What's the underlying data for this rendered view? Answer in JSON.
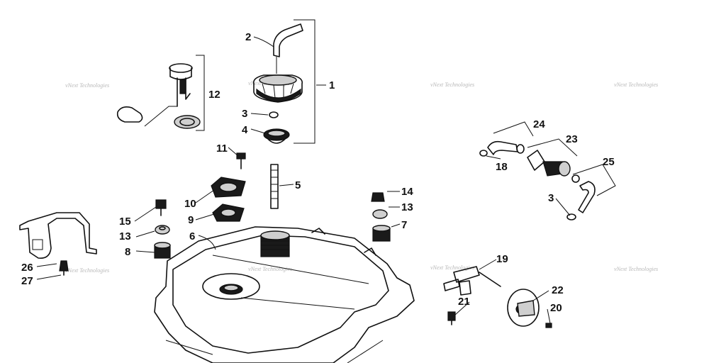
{
  "callouts": {
    "c1": "1",
    "c2": "2",
    "c3a": "3",
    "c3b": "3",
    "c4": "4",
    "c5": "5",
    "c6": "6",
    "c7": "7",
    "c8": "8",
    "c9": "9",
    "c10": "10",
    "c11": "11",
    "c12": "12",
    "c13a": "13",
    "c13b": "13",
    "c14": "14",
    "c15": "15",
    "c18": "18",
    "c19": "19",
    "c20": "20",
    "c21": "21",
    "c22": "22",
    "c23": "23",
    "c24": "24",
    "c25": "25",
    "c26": "26",
    "c27": "27"
  },
  "watermark": "vNext Technologies"
}
